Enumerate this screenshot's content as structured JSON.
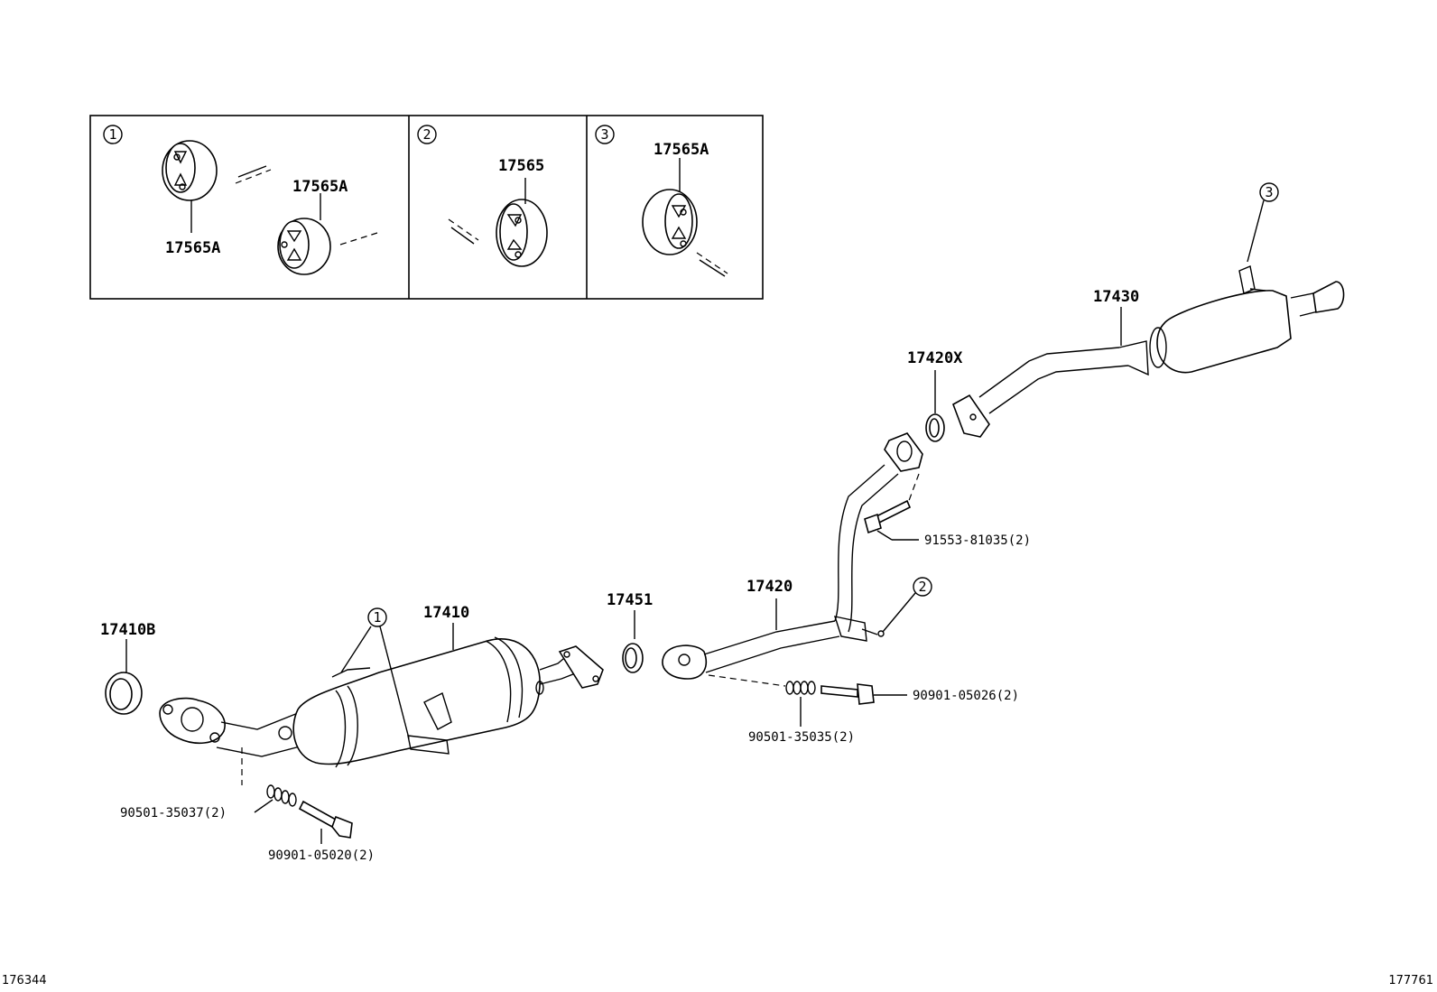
{
  "insets": [
    {
      "index": "1",
      "labels": [
        "17565A",
        "17565A"
      ]
    },
    {
      "index": "2",
      "labels": [
        "17565"
      ]
    },
    {
      "index": "3",
      "labels": [
        "17565A"
      ]
    }
  ],
  "parts": {
    "p17410B": "17410B",
    "p17410": "17410",
    "p17451": "17451",
    "p17420": "17420",
    "p17420X": "17420X",
    "p17430": "17430",
    "gasket_lower": "90501-35037(2)",
    "bolt_lower": "90901-05020(2)",
    "gasket_mid": "90501-35035(2)",
    "bolt_mid": "90901-05026(2)",
    "bolt_upper": "91553-81035(2)"
  },
  "callouts": {
    "c1": "1",
    "c2": "2",
    "c3": "3"
  },
  "footer": {
    "left_id": "176344",
    "right_id": "177761"
  }
}
